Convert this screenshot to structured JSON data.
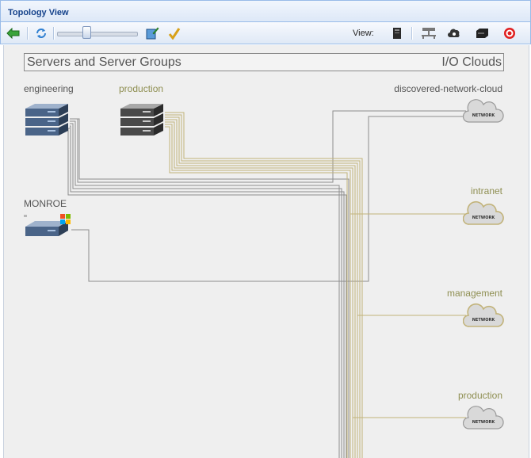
{
  "panel": {
    "title": "Topology View"
  },
  "toolbar": {
    "back_icon": "arrow-left-icon",
    "refresh_icon": "refresh-icon",
    "zoom_slider": {
      "value_percent": 35
    },
    "layout_icon": "layout-edit-icon",
    "check_icon": "checkmark-icon",
    "view_label": "View:",
    "view_icons": [
      "server-view-icon",
      "network-view-icon",
      "cloud-view-icon",
      "storage-view-icon",
      "target-view-icon"
    ]
  },
  "sections": {
    "left_title": "Servers and Server Groups",
    "right_title": "I/O Clouds"
  },
  "servers": [
    {
      "name": "engineering",
      "kind": "server-group"
    },
    {
      "name": "production",
      "kind": "server-group"
    },
    {
      "name": "MONROE",
      "kind": "windows-server"
    }
  ],
  "clouds": [
    {
      "name": "discovered-network-cloud",
      "badge": "NETWORK"
    },
    {
      "name": "intranet",
      "badge": "NETWORK"
    },
    {
      "name": "management",
      "badge": "NETWORK"
    },
    {
      "name": "production",
      "badge": "NETWORK"
    }
  ],
  "colors": {
    "gray_wire": "#8c8c8c",
    "gold_wire": "#c2b37a",
    "header_text": "#15428b"
  }
}
